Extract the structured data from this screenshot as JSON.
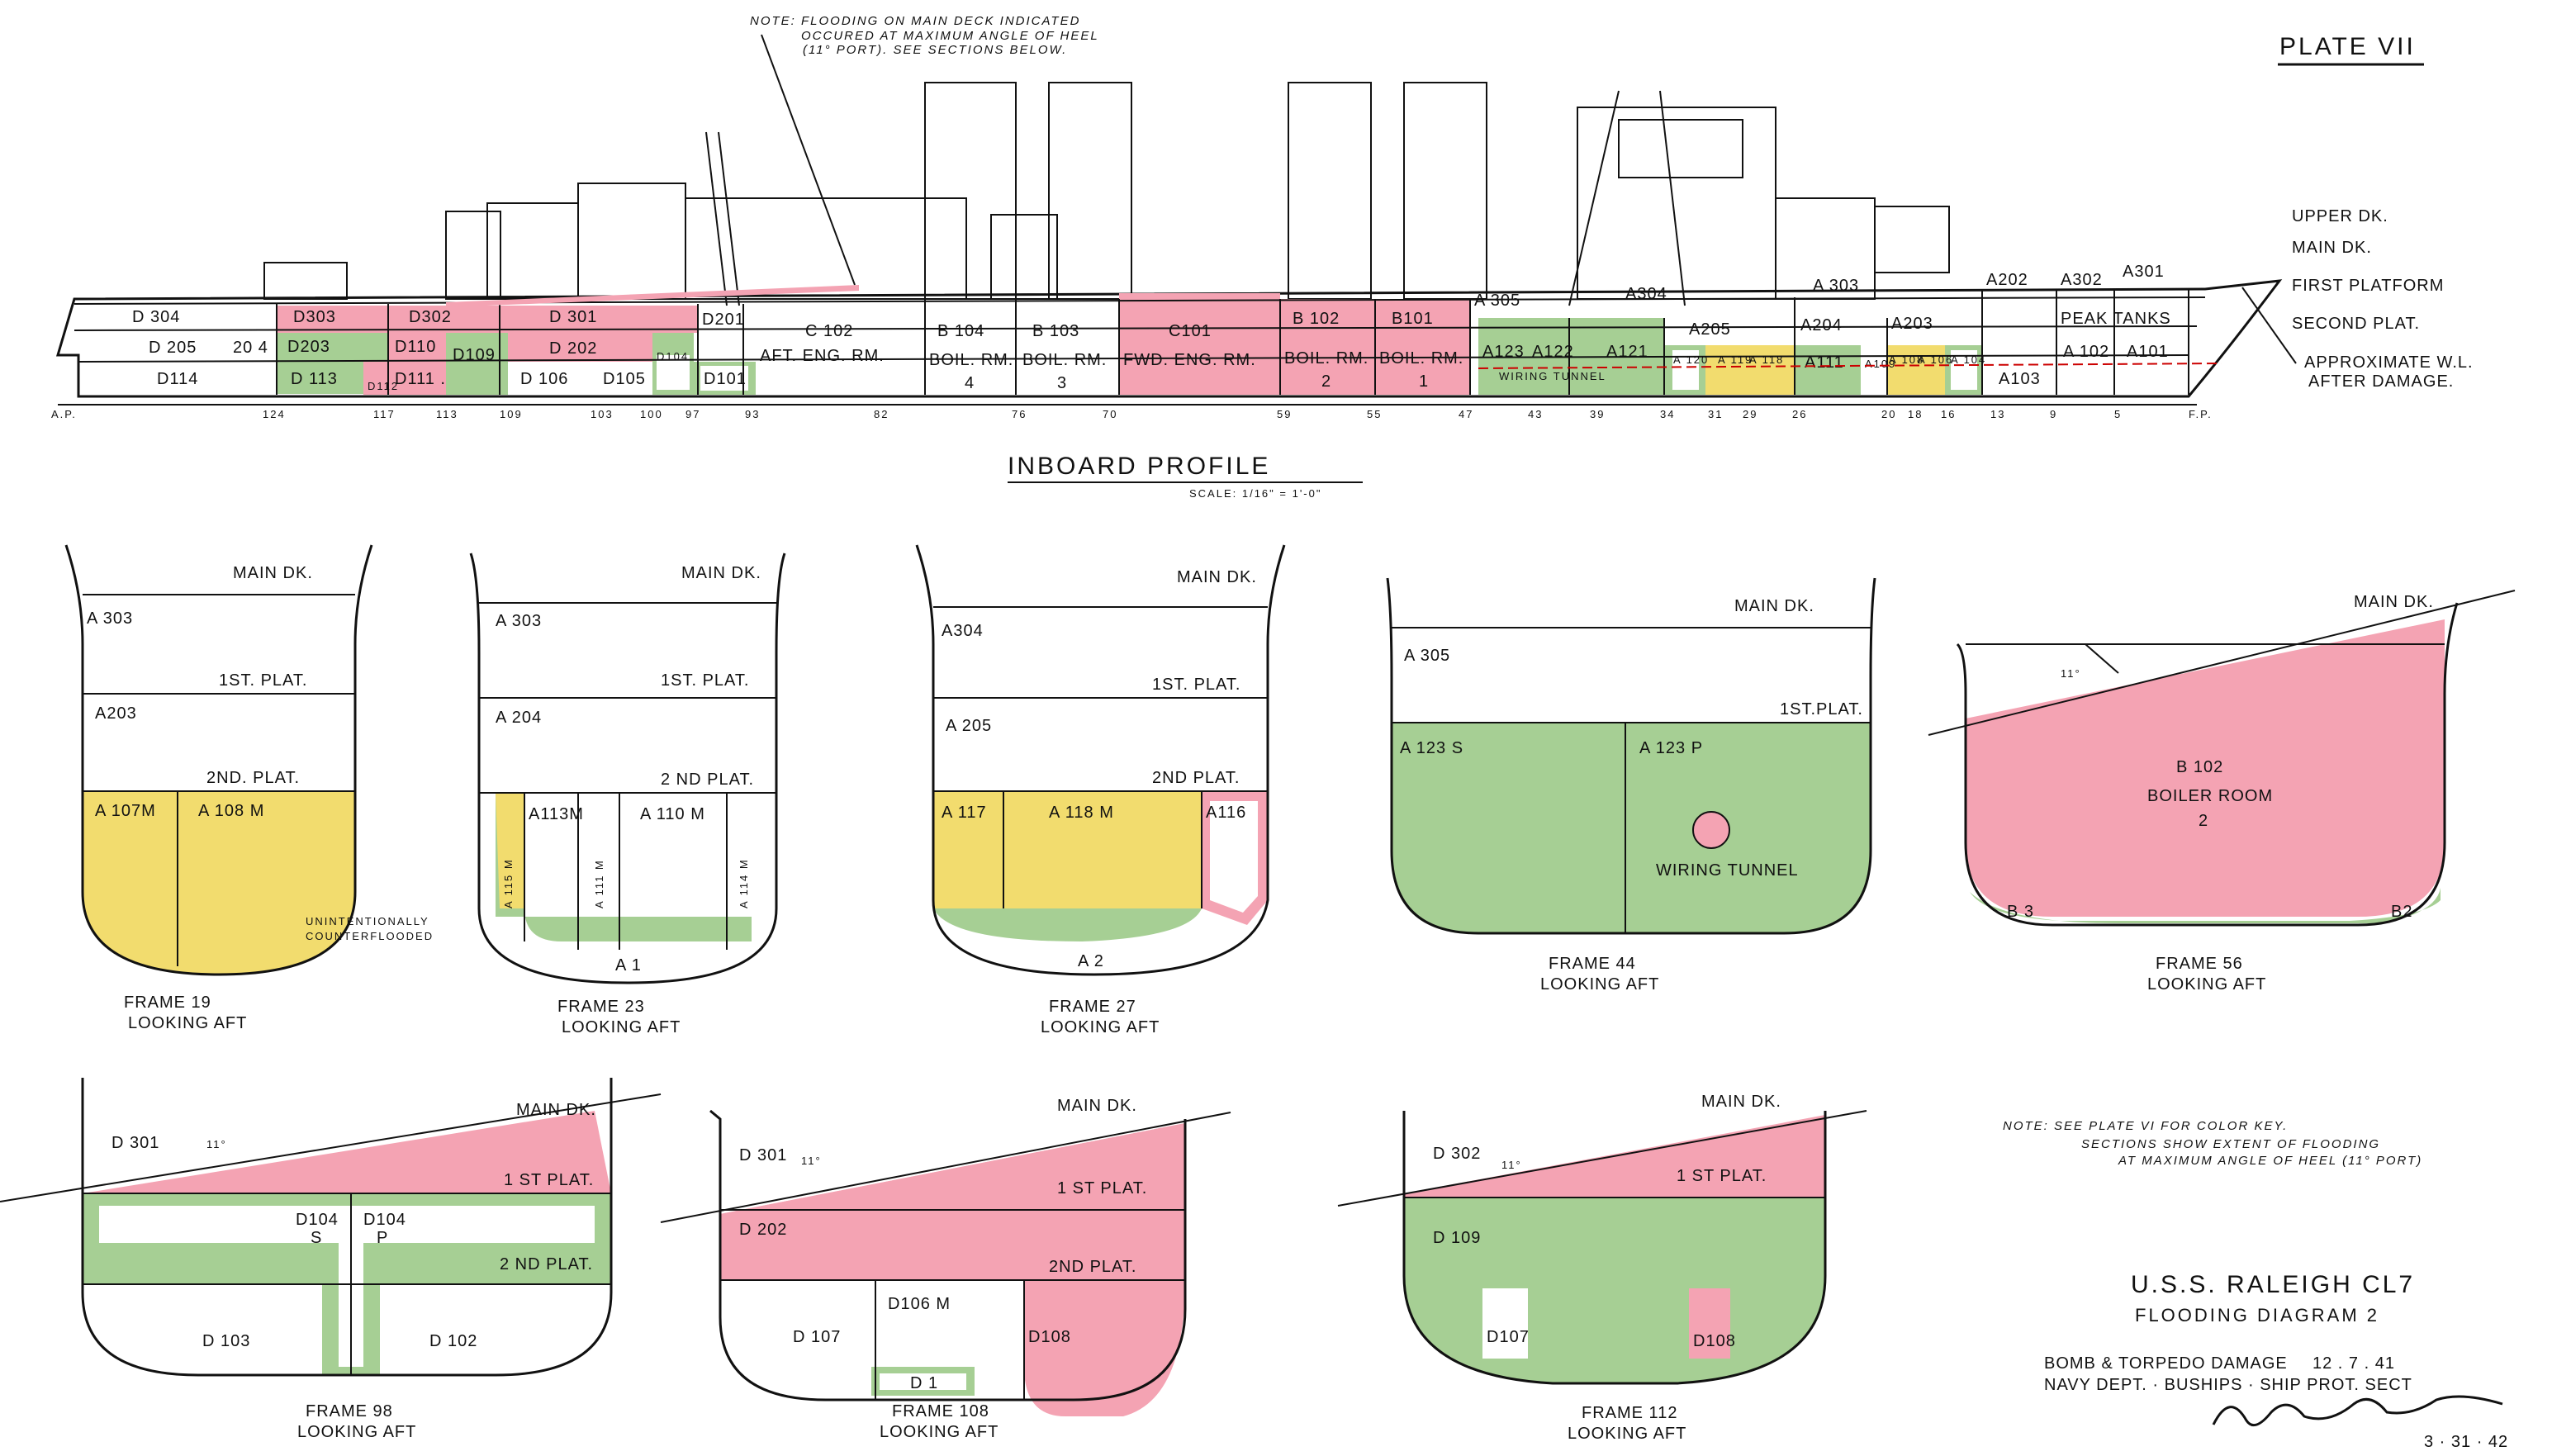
{
  "plate": "PLATE VII",
  "note_top": [
    "NOTE: FLOODING ON MAIN DECK INDICATED",
    "OCCURED AT MAXIMUM ANGLE OF HEEL",
    "(11° PORT). SEE SECTIONS BELOW."
  ],
  "deck_labels": [
    "UPPER DK.",
    "MAIN DK.",
    "FIRST PLATFORM",
    "SECOND PLAT.",
    "APPROXIMATE W.L.",
    "AFTER DAMAGE."
  ],
  "profile": {
    "title": "INBOARD PROFILE",
    "scale": "SCALE: 1/16\" = 1'-0\"",
    "frame_numbers": [
      "A.P.",
      "124",
      "117",
      "113",
      "109",
      "103",
      "100",
      "97",
      "93",
      "82",
      "76",
      "70",
      "59",
      "55",
      "47",
      "43",
      "39",
      "34",
      "31",
      "29",
      "26",
      "20",
      "18",
      "16",
      "13",
      "9",
      "5",
      "F.P."
    ],
    "compartments": {
      "d304": "D 304",
      "d205": "D 205",
      "c204": "20 4",
      "d114": "D114",
      "d303": "D303",
      "d302": "D302",
      "d301": "D 301",
      "d201": "D201",
      "d203": "D203",
      "d110": "D110",
      "d202": "D 202",
      "d109": "D109",
      "d113": "D 113",
      "d112": "D112",
      "d111": "D111 .",
      "d106": "D 106",
      "d105": "D105",
      "d104": "D104",
      "d101": "D101",
      "c102": "C 102",
      "c102_name": "AFT. ENG. RM.",
      "b104": "B 104",
      "b104_name": "BOIL. RM.",
      "b104_num": "4",
      "b103": "B 103",
      "b103_name": "BOIL. RM.",
      "b103_num": "3",
      "c101": "C101",
      "c101_name": "FWD. ENG. RM.",
      "b102": "B 102",
      "b102_name": "BOIL. RM.",
      "b102_num": "2",
      "b101": "B101",
      "b101_name": "BOIL. RM.",
      "b101_num": "1",
      "a305": "A 305",
      "a304": "A304",
      "a303": "A 303",
      "a202": "A202",
      "a302": "A302",
      "a301": "A301",
      "a123": "A123",
      "a122": "A122",
      "a121": "A121",
      "wiring": "WIRING TUNNEL",
      "a205": "A205",
      "a204": "A204",
      "a203": "A203",
      "a120": "A 120",
      "a119": "A 119",
      "a118": "A 118",
      "a111": "A111",
      "a109": "A109",
      "a108": "A 108",
      "a106": "A 106",
      "a104": "A 104",
      "a103": "A103",
      "peak": "PEAK TANKS",
      "a102": "A 102",
      "a101": "A101"
    }
  },
  "sections": [
    {
      "frame": "FRAME 19",
      "view": "LOOKING AFT",
      "labels": [
        "MAIN DK.",
        "A 303",
        "1ST. PLAT.",
        "A203",
        "2ND. PLAT.",
        "A 107M",
        "A 108 M"
      ],
      "note": [
        "UNINTENTIONALLY",
        "COUNTERFLOODED"
      ]
    },
    {
      "frame": "FRAME 23",
      "view": "LOOKING AFT",
      "labels": [
        "MAIN DK.",
        "A 303",
        "1ST. PLAT.",
        "A 204",
        "2 ND PLAT.",
        "A113M",
        "A 110 M",
        "A 115 M",
        "A 111 M",
        "A 114 M",
        "A 1"
      ]
    },
    {
      "frame": "FRAME 27",
      "view": "LOOKING AFT",
      "labels": [
        "MAIN DK.",
        "A304",
        "1ST. PLAT.",
        "A 205",
        "2ND PLAT.",
        "A 117",
        "A 118 M",
        "A116",
        "A 2"
      ]
    },
    {
      "frame": "FRAME 44",
      "view": "LOOKING AFT",
      "labels": [
        "MAIN DK.",
        "A 305",
        "1ST.PLAT.",
        "A 123 S",
        "A 123 P",
        "WIRING TUNNEL"
      ]
    },
    {
      "frame": "FRAME 56",
      "view": "LOOKING AFT",
      "labels": [
        "MAIN DK.",
        "11°",
        "B 102",
        "BOILER ROOM",
        "2",
        "B 3",
        "B2"
      ]
    },
    {
      "frame": "FRAME 98",
      "view": "LOOKING AFT",
      "labels": [
        "MAIN DK.",
        "D 301",
        "11°",
        "1 ST PLAT.",
        "D104",
        "S",
        "D104",
        "P",
        "2 ND PLAT.",
        "D 103",
        "D 102"
      ]
    },
    {
      "frame": "FRAME 108",
      "view": "LOOKING AFT",
      "labels": [
        "MAIN DK.",
        "D 301",
        "11°",
        "1 ST PLAT.",
        "D 202",
        "2ND PLAT.",
        "D106 M",
        "D 107",
        "D108",
        "D 1"
      ]
    },
    {
      "frame": "FRAME 112",
      "view": "LOOKING AFT",
      "labels": [
        "MAIN DK.",
        "D 302",
        "11°",
        "1 ST PLAT.",
        "D 109",
        "D107",
        "D108"
      ]
    }
  ],
  "note_bottom": [
    "NOTE: SEE PLATE VI FOR COLOR KEY.",
    "SECTIONS SHOW EXTENT OF FLOODING",
    "AT MAXIMUM ANGLE OF HEEL (11° PORT)"
  ],
  "title_block": {
    "ship": "U.S.S. RALEIGH CL7",
    "diagram": "FLOODING DIAGRAM 2",
    "damage": "BOMB & TORPEDO DAMAGE",
    "damage_date": "12 . 7 . 41",
    "office": "NAVY DEPT. · BUSHIPS · SHIP PROT. SECT",
    "signed_date": "3 · 31 · 42"
  },
  "colors": {
    "flooded": "#f4a3b3",
    "counterflooded": "#f2dc6e",
    "intact_tank": "#a6cf94"
  }
}
